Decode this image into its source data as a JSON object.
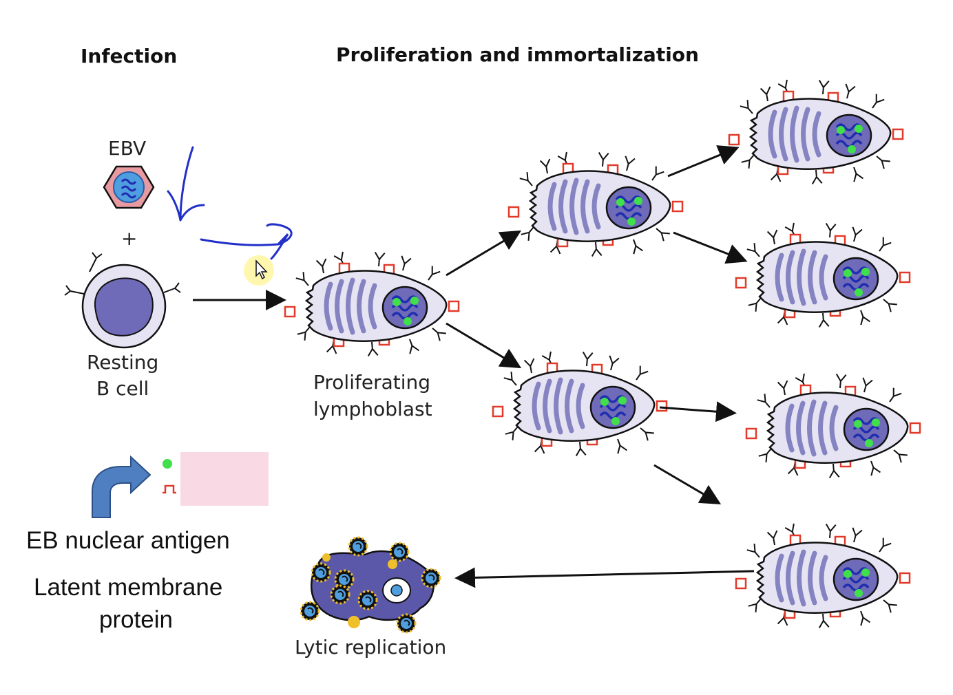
{
  "headings": {
    "infection": "Infection",
    "proliferation": "Proliferation and immortalization"
  },
  "labels": {
    "ebv": "EBV",
    "plus": "+",
    "resting_line1": "Resting",
    "resting_line2": "B cell",
    "lymphoblast_line1": "Proliferating",
    "lymphoblast_line2": "lymphoblast",
    "lytic": "Lytic replication"
  },
  "legend": {
    "ebna": "EB nuclear antigen",
    "lmp_line1": "Latent membrane",
    "lmp_line2": "protein"
  },
  "colors": {
    "ink": "#111111",
    "cell_fill": "#e6e4f3",
    "stripe": "#8583c2",
    "nucleus": "#6f6bb8",
    "dna": "#1f2db0",
    "ebna_dot": "#3fe04a",
    "lmp_red": "#e23a2a",
    "pen_blue": "#2230c8",
    "legend_arrow": "#4f7fc0",
    "legend_box": "#f9d9e3",
    "lytic_body": "#5b58aa",
    "virion_spike": "#f0c02a",
    "ebv_hex": "#e79aa0",
    "ebv_core": "#4f9fe0",
    "cursor_glow": "#fff6a0"
  },
  "icons": [
    "ebv-virion-icon",
    "b-cell-icon",
    "lymphoblast-cell-icon",
    "lytic-cell-icon",
    "cursor-icon",
    "legend-arrow-icon",
    "ebna-dot-icon",
    "lmp-marker-icon"
  ]
}
